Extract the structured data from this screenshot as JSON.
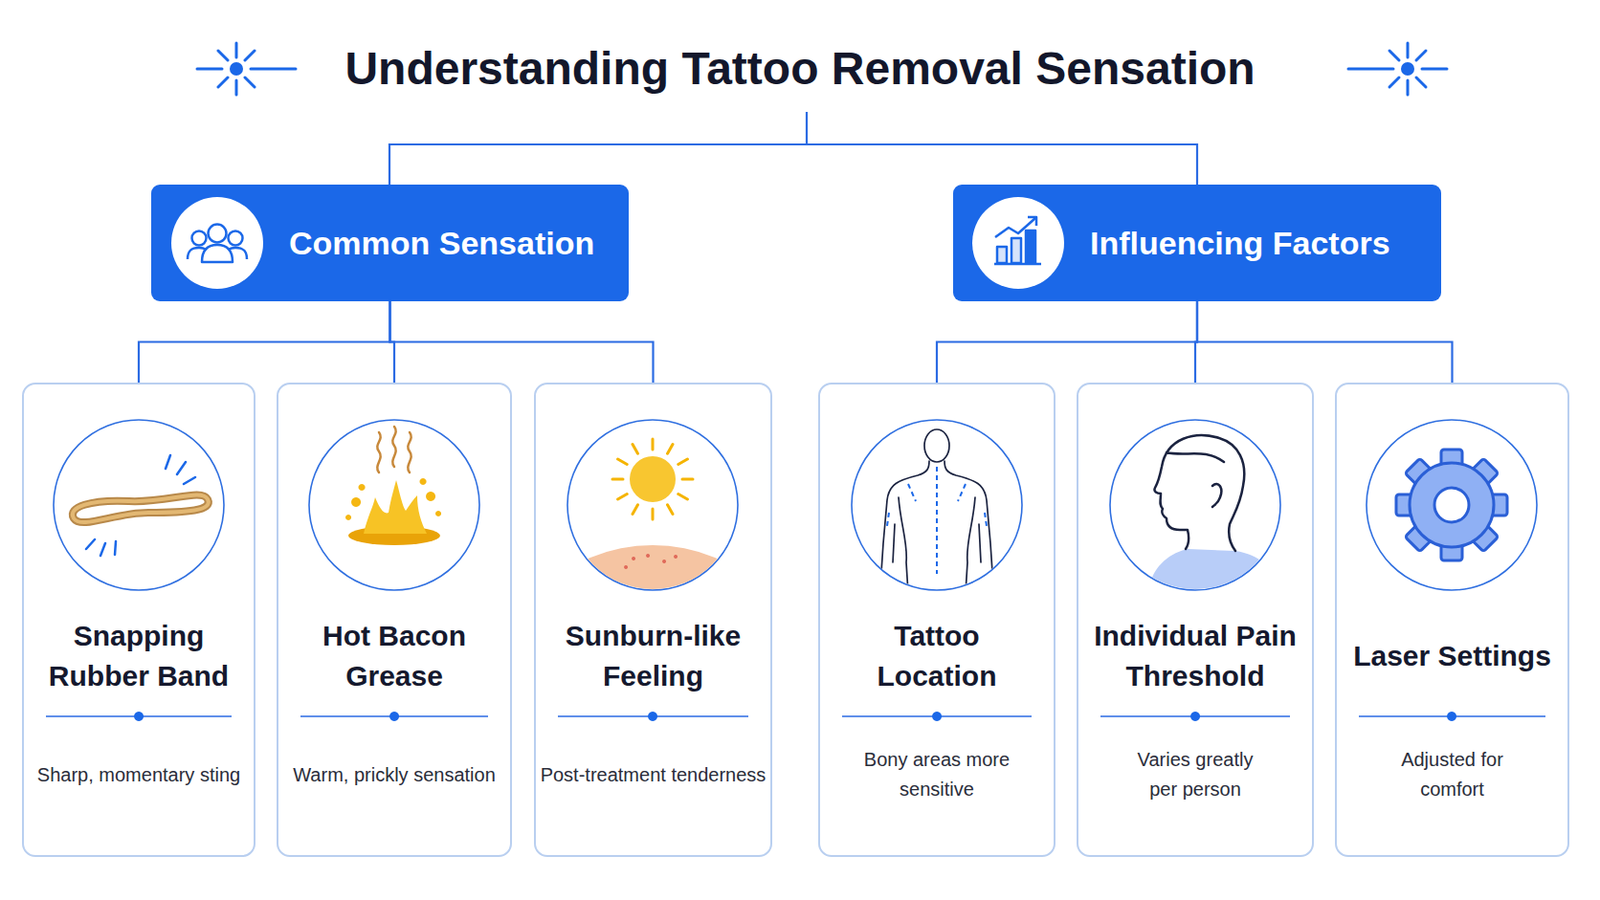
{
  "diagram": {
    "title": "Understanding Tattoo Removal Sensation",
    "nodes": [
      {
        "text": [
          "Common Sensation"
        ]
      },
      {
        "text": [
          "Influencing Factors"
        ]
      },
      {
        "text": [
          "Snapping Rubber Band",
          "Sharp, momentary sting"
        ]
      },
      {
        "text": [
          "Hot Bacon Grease",
          "Warm, prickly sensation"
        ]
      },
      {
        "text": [
          "Sunburn-like Feeling",
          "Post-treatment tenderness"
        ]
      },
      {
        "text": [
          "Tattoo Location",
          "Bony areas more sensitive"
        ]
      },
      {
        "text": [
          "Individual Pain Threshold",
          "Varies greatly per person"
        ]
      },
      {
        "text": [
          "Laser Settings",
          "Adjusted for comfort"
        ]
      }
    ],
    "edges": [
      {
        "from": 0,
        "to": 2,
        "arrow": "none"
      },
      {
        "from": 0,
        "to": 3,
        "arrow": "none"
      },
      {
        "from": 0,
        "to": 4,
        "arrow": "none"
      },
      {
        "from": 1,
        "to": 5,
        "arrow": "none"
      },
      {
        "from": 1,
        "to": 6,
        "arrow": "none"
      },
      {
        "from": 1,
        "to": 7,
        "arrow": "none"
      }
    ]
  }
}
